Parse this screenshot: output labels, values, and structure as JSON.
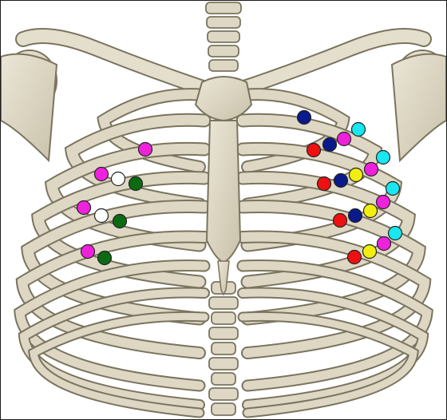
{
  "figure": {
    "background": "#ffffff",
    "bone_fill": "#ddd7c4",
    "bone_stroke": "#7a745f",
    "bone_shadow": "#a9a28a"
  },
  "marker_colors": {
    "magenta": "#ee22dd",
    "white": "#ffffff",
    "green": "#0c6b12",
    "red": "#ee1111",
    "navy": "#0a1a8a",
    "yellow": "#f2ee10",
    "cyan": "#19e6ee"
  },
  "marker_groups": {
    "right_side": [
      [
        "magenta"
      ],
      [
        "magenta",
        "white",
        "green"
      ],
      [
        "magenta",
        "white",
        "green"
      ],
      [
        "magenta",
        "green"
      ]
    ],
    "left_side": [
      [
        "navy"
      ],
      [
        "red",
        "navy",
        "magenta",
        "cyan"
      ],
      [
        "red",
        "navy",
        "yellow",
        "magenta",
        "cyan"
      ],
      [
        "red",
        "navy",
        "yellow",
        "magenta",
        "cyan"
      ],
      [
        "red",
        "yellow",
        "magenta",
        "cyan"
      ]
    ]
  }
}
